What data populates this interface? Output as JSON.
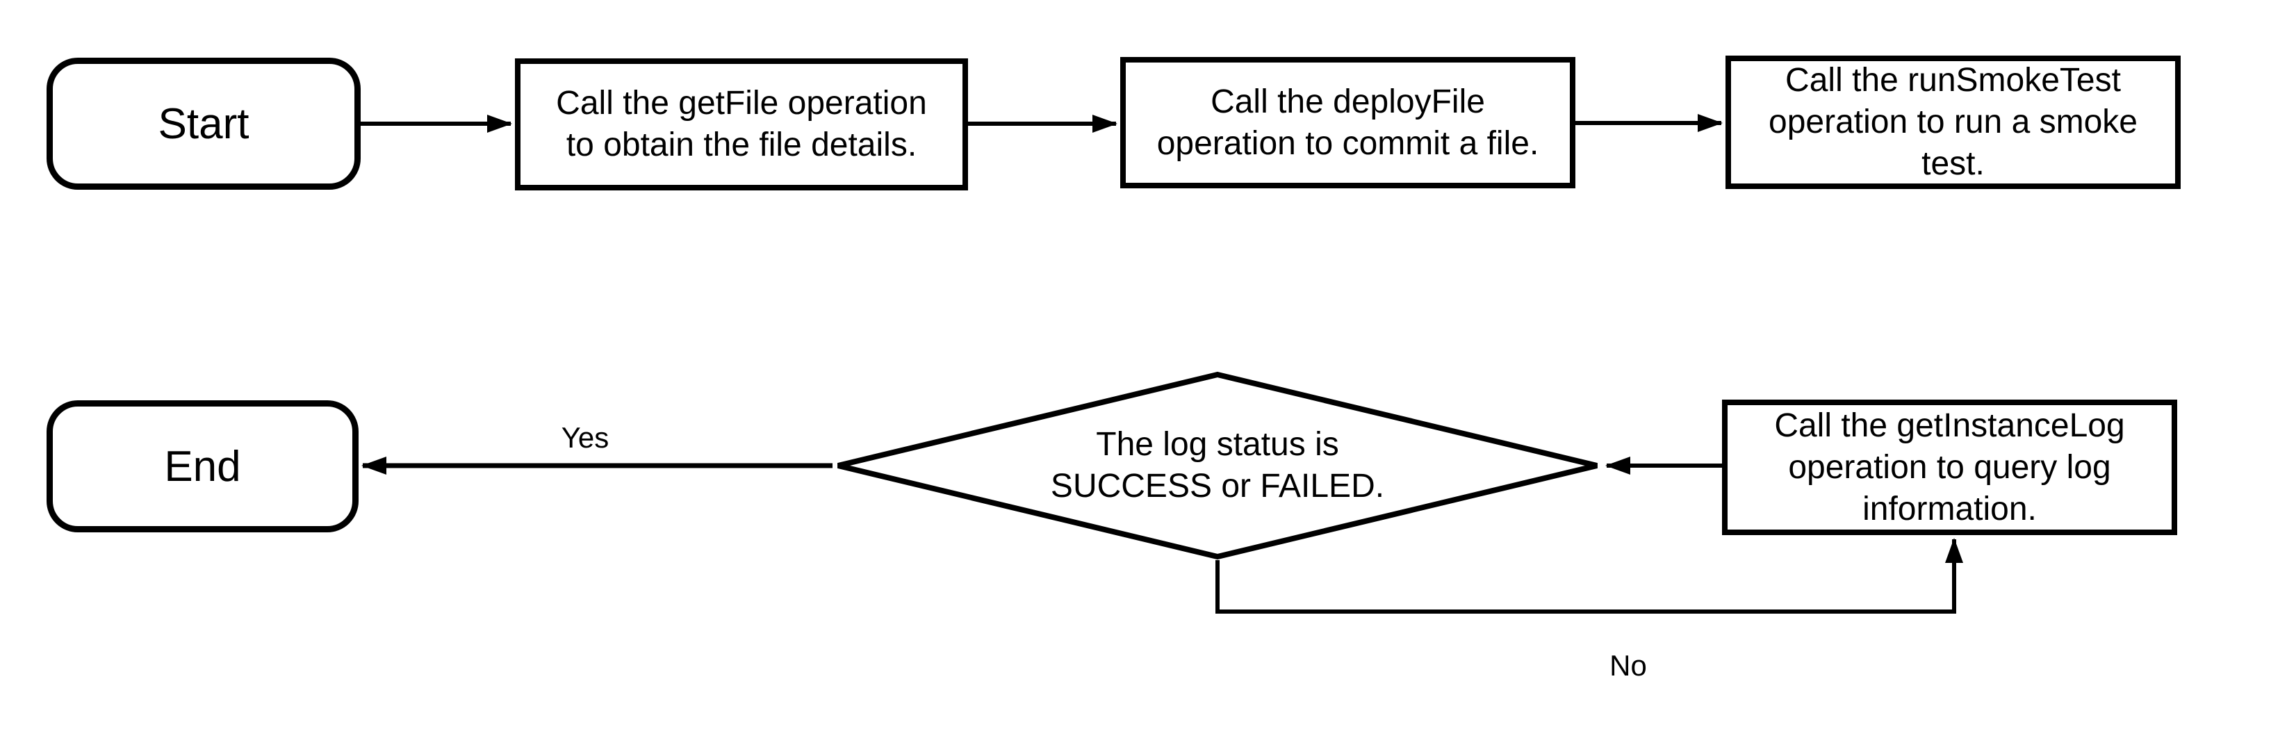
{
  "diagram": {
    "background_color": "#ffffff",
    "stroke_color": "#000000",
    "nodes": {
      "start": {
        "type": "terminal",
        "label": "Start"
      },
      "get_file": {
        "type": "process",
        "label": "Call the getFile operation to obtain the file details."
      },
      "deploy_file": {
        "type": "process",
        "label": "Call the deployFile operation to commit a file."
      },
      "run_smoke_test": {
        "type": "process",
        "label": "Call the runSmokeTest operation to run a smoke test."
      },
      "decision": {
        "type": "decision",
        "label": "The log status is SUCCESS or FAILED."
      },
      "get_instance_log": {
        "type": "process",
        "label": "Call the getInstanceLog operation to query log information."
      },
      "end": {
        "type": "terminal",
        "label": "End"
      }
    },
    "edges": {
      "start_to_get_file": {
        "from": "start",
        "to": "get_file"
      },
      "get_file_to_deploy_file": {
        "from": "get_file",
        "to": "deploy_file"
      },
      "deploy_file_to_run_smoke_test": {
        "from": "deploy_file",
        "to": "run_smoke_test"
      },
      "get_instance_log_to_decision": {
        "from": "get_instance_log",
        "to": "decision"
      },
      "decision_to_end": {
        "from": "decision",
        "to": "end",
        "label": "Yes"
      },
      "decision_to_get_instance_log": {
        "from": "decision",
        "to": "get_instance_log",
        "label": "No"
      }
    },
    "yes_label": "Yes",
    "no_label": "No"
  }
}
